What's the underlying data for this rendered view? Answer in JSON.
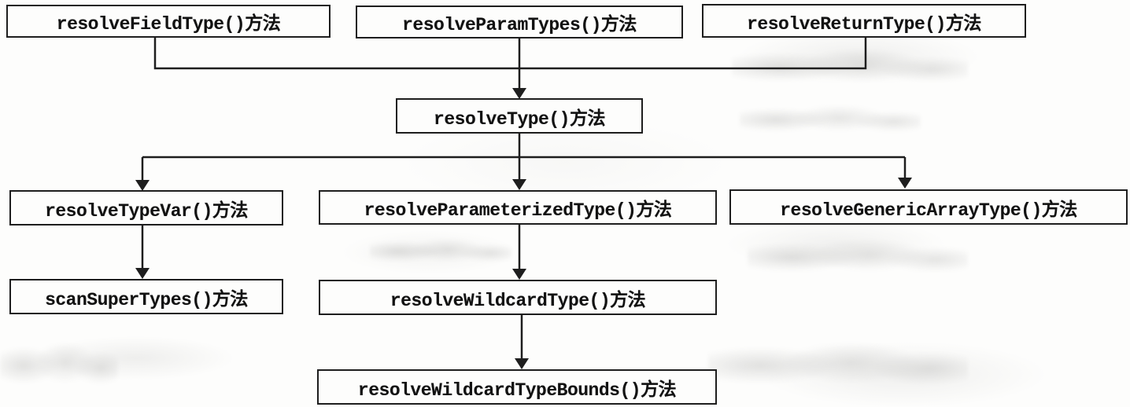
{
  "diagram": {
    "type": "flowchart",
    "description": "Method call hierarchy flowchart for type resolution methods",
    "colors": {
      "background": "#fdfdfc",
      "box_border": "#1e1e1e",
      "text": "#121212",
      "connector": "#1e1e1e"
    },
    "nodes": [
      {
        "id": "resolveFieldType",
        "label": "resolveFieldType()方法"
      },
      {
        "id": "resolveParamTypes",
        "label": "resolveParamTypes()方法"
      },
      {
        "id": "resolveReturnType",
        "label": "resolveReturnType()方法"
      },
      {
        "id": "resolveType",
        "label": "resolveType()方法"
      },
      {
        "id": "resolveTypeVar",
        "label": "resolveTypeVar()方法"
      },
      {
        "id": "resolveParameterizedType",
        "label": "resolveParameterizedType()方法"
      },
      {
        "id": "resolveGenericArrayType",
        "label": "resolveGenericArrayType()方法"
      },
      {
        "id": "scanSuperTypes",
        "label": "scanSuperTypes()方法"
      },
      {
        "id": "resolveWildcardType",
        "label": "resolveWildcardType()方法"
      },
      {
        "id": "resolveWildcardTypeBounds",
        "label": "resolveWildcardTypeBounds()方法"
      }
    ],
    "edges": [
      {
        "from": "resolveFieldType",
        "to": "resolveType"
      },
      {
        "from": "resolveParamTypes",
        "to": "resolveType"
      },
      {
        "from": "resolveReturnType",
        "to": "resolveType"
      },
      {
        "from": "resolveType",
        "to": "resolveTypeVar"
      },
      {
        "from": "resolveType",
        "to": "resolveParameterizedType"
      },
      {
        "from": "resolveType",
        "to": "resolveGenericArrayType"
      },
      {
        "from": "resolveTypeVar",
        "to": "scanSuperTypes"
      },
      {
        "from": "resolveParameterizedType",
        "to": "resolveWildcardType"
      },
      {
        "from": "resolveWildcardType",
        "to": "resolveWildcardTypeBounds"
      }
    ]
  }
}
